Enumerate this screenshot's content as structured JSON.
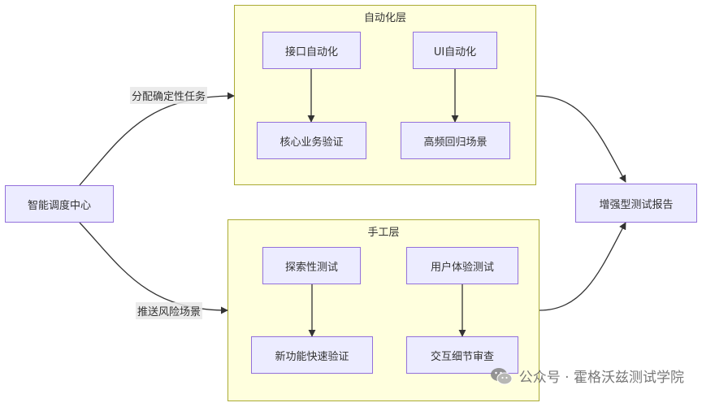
{
  "colors": {
    "node_fill": "#ececff",
    "node_border": "#9370db",
    "cluster_fill": "#ffffde",
    "cluster_border": "#aaaa33",
    "edge": "#333333"
  },
  "clusters": {
    "auto": {
      "title": "自动化层"
    },
    "manual": {
      "title": "手工层"
    }
  },
  "nodes": {
    "center": "智能调度中心",
    "api_auto": "接口自动化",
    "ui_auto": "UI自动化",
    "core_verify": "核心业务验证",
    "regression": "高频回归场景",
    "explore": "探索性测试",
    "ux_test": "用户体验测试",
    "new_feature": "新功能快速验证",
    "interaction": "交互细节审查",
    "report": "增强型测试报告"
  },
  "edge_labels": {
    "to_auto": "分配确定性任务",
    "to_manual": "推送风险场景"
  },
  "watermark": {
    "icon": "wechat-icon",
    "text": "公众号 · 霍格沃兹测试学院"
  }
}
